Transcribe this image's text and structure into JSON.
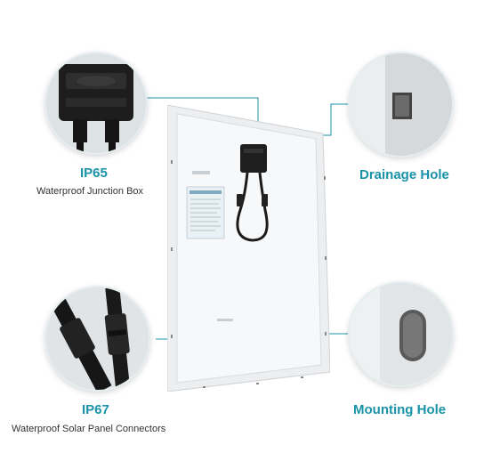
{
  "callouts": {
    "junction": {
      "title": "IP65",
      "subtitle": "Waterproof Junction Box",
      "icon": "junction-box-icon"
    },
    "connectors": {
      "title": "IP67",
      "subtitle": "Waterproof Solar Panel Connectors",
      "icon": "connector-icon"
    },
    "drainage": {
      "title": "Drainage Hole",
      "icon": "drainage-hole-icon"
    },
    "mounting": {
      "title": "Mounting Hole",
      "icon": "mounting-hole-icon"
    }
  },
  "colors": {
    "accent": "#1a93a8",
    "frame": "#f2f3f4",
    "panel_back": "#f4f6f8",
    "cable": "#1b1b1b"
  }
}
